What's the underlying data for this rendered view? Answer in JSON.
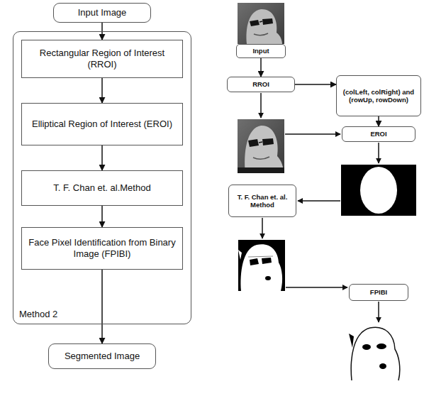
{
  "diagram": {
    "nodes": [
      {
        "text": [
          "Input Image"
        ]
      },
      {
        "text": [
          "Method 2"
        ]
      },
      {
        "text": [
          "Rectangular Region of Interest (RROI)"
        ],
        "in": 1
      },
      {
        "text": [
          "Elliptical Region of Interest (EROI)"
        ],
        "in": 1
      },
      {
        "text": [
          "T. F. Chan et. al.Method"
        ],
        "in": 1
      },
      {
        "text": [
          "Face Pixel Identification from Binary Image (FPIBI)"
        ],
        "in": 1
      },
      {
        "text": [
          "Segmented Image"
        ]
      },
      {
        "text": [
          "Input"
        ]
      },
      {
        "text": [
          "RROI"
        ]
      },
      {
        "text": [
          "(colLeft, colRight) and (rowUp, rowDown)"
        ]
      },
      {
        "text": [
          "EROI"
        ]
      },
      {
        "text": [
          "T. F. Chan et. al. Method"
        ]
      },
      {
        "text": [
          "FPIBI"
        ]
      }
    ],
    "edges": [
      {
        "from": 0,
        "to": 2,
        "arrow": "to"
      },
      {
        "from": 2,
        "to": 3,
        "arrow": "to"
      },
      {
        "from": 3,
        "to": 4,
        "arrow": "to"
      },
      {
        "from": 4,
        "to": 5,
        "arrow": "to"
      },
      {
        "from": 5,
        "to": 6,
        "arrow": "to"
      },
      {
        "from": 7,
        "to": 8,
        "arrow": "to"
      },
      {
        "from": 8,
        "to": 9,
        "arrow": "to"
      },
      {
        "from": 9,
        "to": 10,
        "arrow": "to"
      }
    ]
  }
}
